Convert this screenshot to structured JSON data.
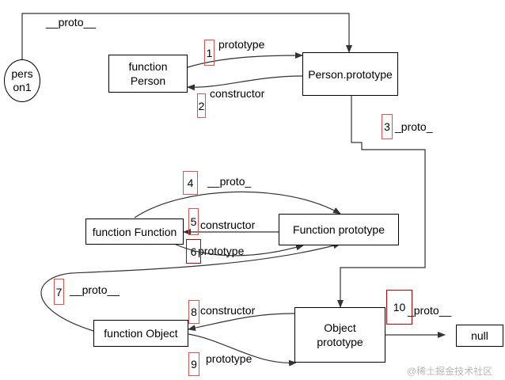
{
  "nodes": {
    "person1": "person1",
    "function_person": "function Person",
    "person_prototype": "Person.prototype",
    "function_function": "function Function",
    "function_prototype": "Function prototype",
    "function_object": "function Object",
    "object_prototype": "Object prototype",
    "null_node": "null"
  },
  "edge_labels": {
    "top_proto": "__proto__",
    "prototype_1": "prototype",
    "constructor_2": "constructor",
    "proto_3": "_proto_",
    "proto_4": "__proto_",
    "constructor_5": "constructor",
    "prototype_6": "prototype",
    "proto_7": "__proto__",
    "constructor_8": "constructor",
    "prototype_9": "prototype",
    "proto_10": "_proto__"
  },
  "step_numbers": {
    "n1": "1",
    "n2": "2",
    "n3": "3",
    "n4": "4",
    "n5": "5",
    "n6": "6",
    "n7": "7",
    "n8": "8",
    "n9": "9",
    "n10": "10"
  },
  "watermark": "@稀土掘金技术社区",
  "colors": {
    "line": "#333333",
    "marker": "#e05050",
    "marker_dark": "#c00000",
    "watermark": "#b8b8b8"
  }
}
